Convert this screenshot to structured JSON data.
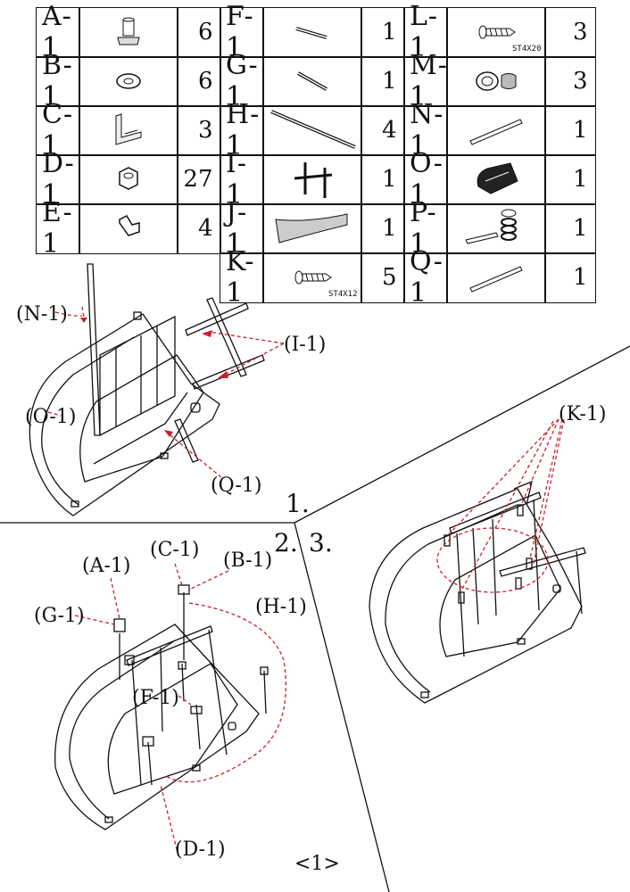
{
  "parts": [
    {
      "code": "A-1",
      "qty": "6",
      "icon": "bolt-cap-icon"
    },
    {
      "code": "B-1",
      "qty": "6",
      "icon": "washer-icon"
    },
    {
      "code": "C-1",
      "qty": "3",
      "icon": "bracket-icon"
    },
    {
      "code": "D-1",
      "qty": "27",
      "icon": "nut-icon"
    },
    {
      "code": "E-1",
      "qty": "4",
      "icon": "clip-icon"
    },
    {
      "code": "F-1",
      "qty": "1",
      "icon": "short-rod-icon"
    },
    {
      "code": "G-1",
      "qty": "1",
      "icon": "threaded-rod-icon"
    },
    {
      "code": "H-1",
      "qty": "4",
      "icon": "long-rod-icon"
    },
    {
      "code": "I-1",
      "qty": "1",
      "icon": "h-frame-icon"
    },
    {
      "code": "J-1",
      "qty": "1",
      "icon": "curved-panel-icon"
    },
    {
      "code": "K-1",
      "qty": "5",
      "icon": "screw-icon",
      "note": "ST4X12"
    },
    {
      "code": "L-1",
      "qty": "3",
      "icon": "screw-icon",
      "note": "ST4X20"
    },
    {
      "code": "M-1",
      "qty": "3",
      "icon": "bushing-icon"
    },
    {
      "code": "N-1",
      "qty": "1",
      "icon": "square-bar-icon"
    },
    {
      "code": "O-1",
      "qty": "1",
      "icon": "seat-shell-icon"
    },
    {
      "code": "P-1",
      "qty": "1",
      "icon": "spring-lever-icon"
    },
    {
      "code": "Q-1",
      "qty": "1",
      "icon": "square-bar-icon"
    }
  ],
  "steps": {
    "s1": "1.",
    "s2": "2.",
    "s3": "3."
  },
  "callouts": {
    "n1": "(N-1)",
    "i1": "(I-1)",
    "o1": "(O-1)",
    "q1": "(Q-1)",
    "a1": "(A-1)",
    "c1": "(C-1)",
    "b1": "(B-1)",
    "h1": "(H-1)",
    "g1": "(G-1)",
    "f1": "(F-1)",
    "d1": "(D-1)",
    "k1": "(K-1)"
  },
  "page_number": "<1>",
  "colors": {
    "ink": "#111111",
    "callout": "#c8202a"
  }
}
